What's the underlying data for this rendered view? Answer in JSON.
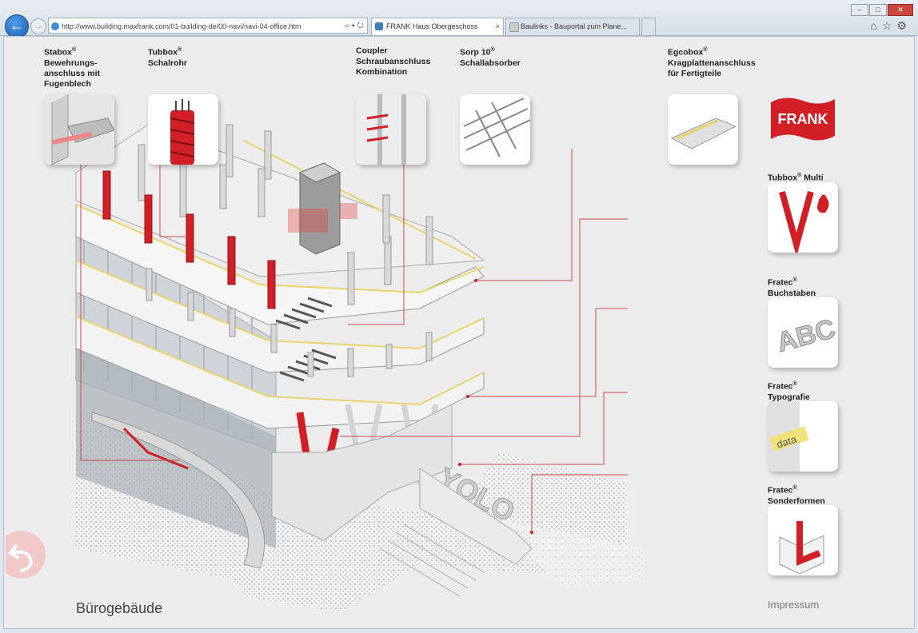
{
  "browser": {
    "url": "http://www.building.maxfrank.com/01-building-de/00-navi/navi-04-office.htm",
    "url_tools": "⌕ ▾ ↻",
    "tabs": [
      {
        "label": "FRANK Haus Obergeschoss",
        "close": "×"
      },
      {
        "label": "Baulinks - Bauportal zum Plane...",
        "close": ""
      }
    ],
    "window_buttons": {
      "minimize": "–",
      "maximize": "□",
      "close": "✕"
    },
    "back_icon": "back-arrow-icon",
    "forward_icon": "forward-arrow-icon"
  },
  "products_top": [
    {
      "name": "Stabox",
      "reg": "®",
      "desc": "Bewehrungs-\nanschluss mit\nFugenblech"
    },
    {
      "name": "Tubbox",
      "reg": "®",
      "desc": "Schalrohr"
    },
    {
      "name": "Coupler",
      "reg": "",
      "desc": "Schraubanschluss\nKombination"
    },
    {
      "name": "Sorp 10",
      "reg": "®",
      "desc": "Schallabsorber"
    },
    {
      "name": "Egcobox",
      "reg": "®",
      "desc": "Kragplattenanschluss\nfür Fertigteile"
    }
  ],
  "products_side": [
    {
      "name": "Tubbox",
      "reg": "®",
      "desc": "Multi"
    },
    {
      "name": "Fratec",
      "reg": "®",
      "desc": "Buchstaben"
    },
    {
      "name": "Fratec",
      "reg": "®",
      "desc": "Typografie"
    },
    {
      "name": "Fratec",
      "reg": "®",
      "desc": "Sonderformen"
    }
  ],
  "logo_text": "FRANK",
  "thumb_texts": {
    "abc": "ABC",
    "data": "data"
  },
  "building_sign": "YOLO",
  "page_title": "Bürogebäude",
  "impressum": "Impressum",
  "colors": {
    "accent_red": "#d21f26",
    "bg": "#ececec",
    "line_red": "#c94a4a"
  }
}
